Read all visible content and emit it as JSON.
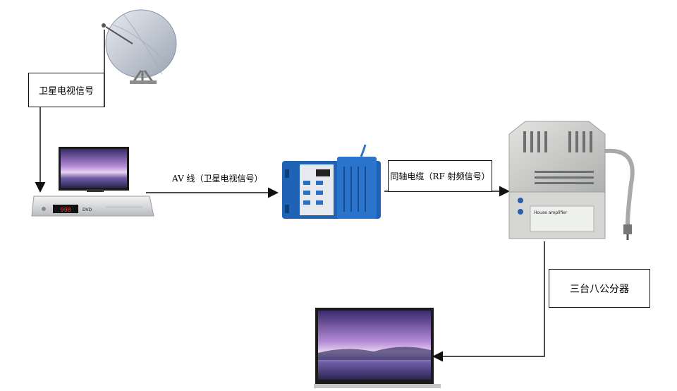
{
  "labels": {
    "satellite_signal": "卫星电视信号",
    "av_cable": "AV 线（卫星电视信号）",
    "coax_cable": "同轴电缆（RF 射频信号）",
    "splitter": "三台八公分器"
  },
  "devices": {
    "receiver_display": "998",
    "receiver_badge": "DVD",
    "amplifier_title": "House amplifier"
  },
  "colors": {
    "modulator_blue": "#1f63b5",
    "screen_purple": "#8a5fb0",
    "line": "#111111"
  }
}
